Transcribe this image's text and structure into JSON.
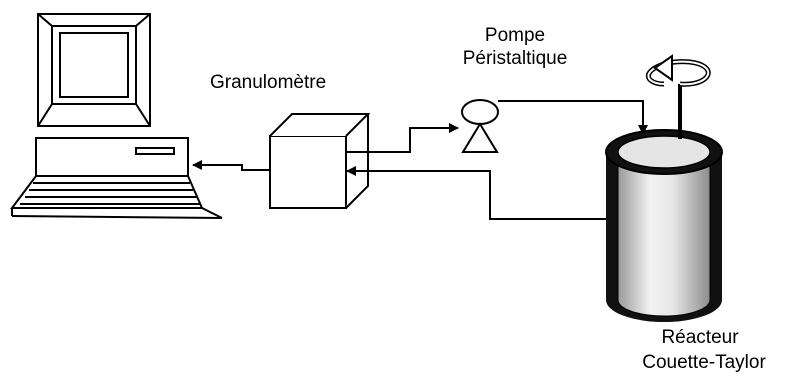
{
  "labels": {
    "granulometer": "Granulomètre",
    "pump_line1": "Pompe",
    "pump_line2": "Péristaltique",
    "reactor_line1": "Réacteur",
    "reactor_line2": "Couette-Taylor"
  },
  "colors": {
    "stroke": "#000000",
    "reactor_face": "#d9d9d9",
    "reactor_rim": "#111111",
    "background": "#ffffff"
  },
  "icons": [
    "computer-icon",
    "granulometer-box-icon",
    "peristaltic-pump-icon",
    "reactor-cylinder-icon",
    "rotation-arrow-icon"
  ]
}
